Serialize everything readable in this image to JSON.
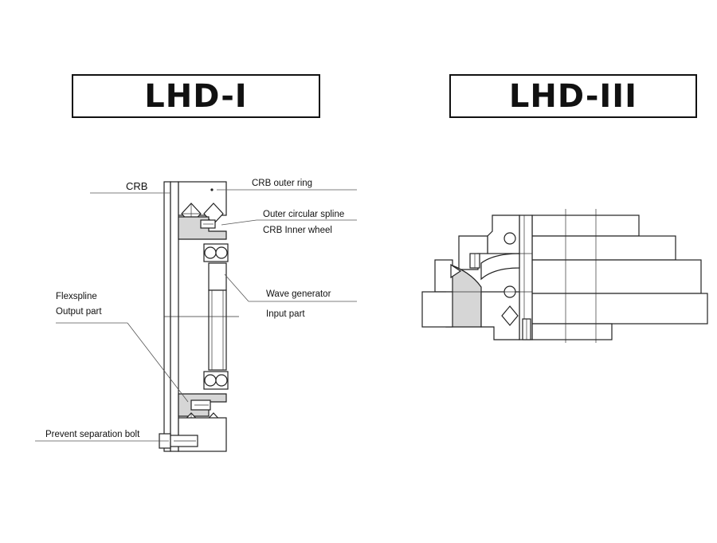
{
  "titles": {
    "left": "LHD-I",
    "right": "LHD-III"
  },
  "labels": {
    "crb": "CRB",
    "crb_outer_ring": "CRB outer ring",
    "outer_circular_spline": "Outer circular spline",
    "crb_inner_wheel": "CRB Inner wheel",
    "wave_generator": "Wave generator",
    "input_part": "Input part",
    "flexspline": "Flexspline",
    "output_part": "Output part",
    "prevent_separation_bolt": "Prevent separation bolt"
  }
}
